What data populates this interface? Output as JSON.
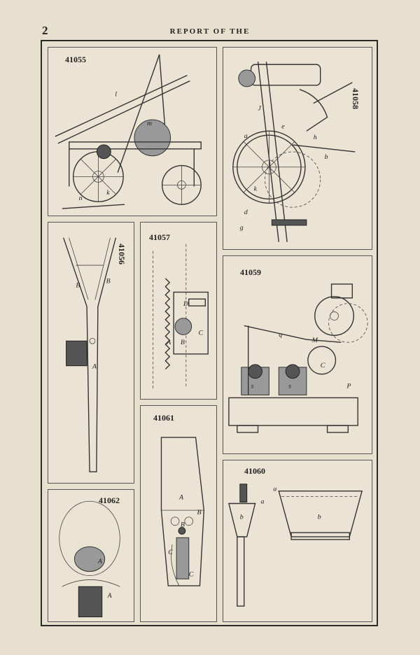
{
  "page": {
    "number": "2",
    "header": "REPORT OF THE"
  },
  "patents": [
    {
      "id": "p41055",
      "number": "41055",
      "labels": [
        "l",
        "m",
        "n",
        "k"
      ]
    },
    {
      "id": "p41058",
      "number": "41058",
      "labels": [
        "J",
        "a",
        "b",
        "d",
        "e",
        "h",
        "k",
        "g"
      ]
    },
    {
      "id": "p41056",
      "number": "41056",
      "labels": [
        "B",
        "B",
        "A"
      ]
    },
    {
      "id": "p41057",
      "number": "41057",
      "labels": [
        "D",
        "C",
        "A",
        "B"
      ]
    },
    {
      "id": "p41059",
      "number": "41059",
      "labels": [
        "q",
        "M",
        "C",
        "P",
        "s",
        "s"
      ]
    },
    {
      "id": "p41062",
      "number": "41062",
      "labels": [
        "A",
        "A"
      ]
    },
    {
      "id": "p41061",
      "number": "41061",
      "labels": [
        "A",
        "B",
        "B",
        "C",
        "C"
      ]
    },
    {
      "id": "p41060",
      "number": "41060",
      "labels": [
        "a",
        "a",
        "b",
        "b"
      ]
    }
  ]
}
